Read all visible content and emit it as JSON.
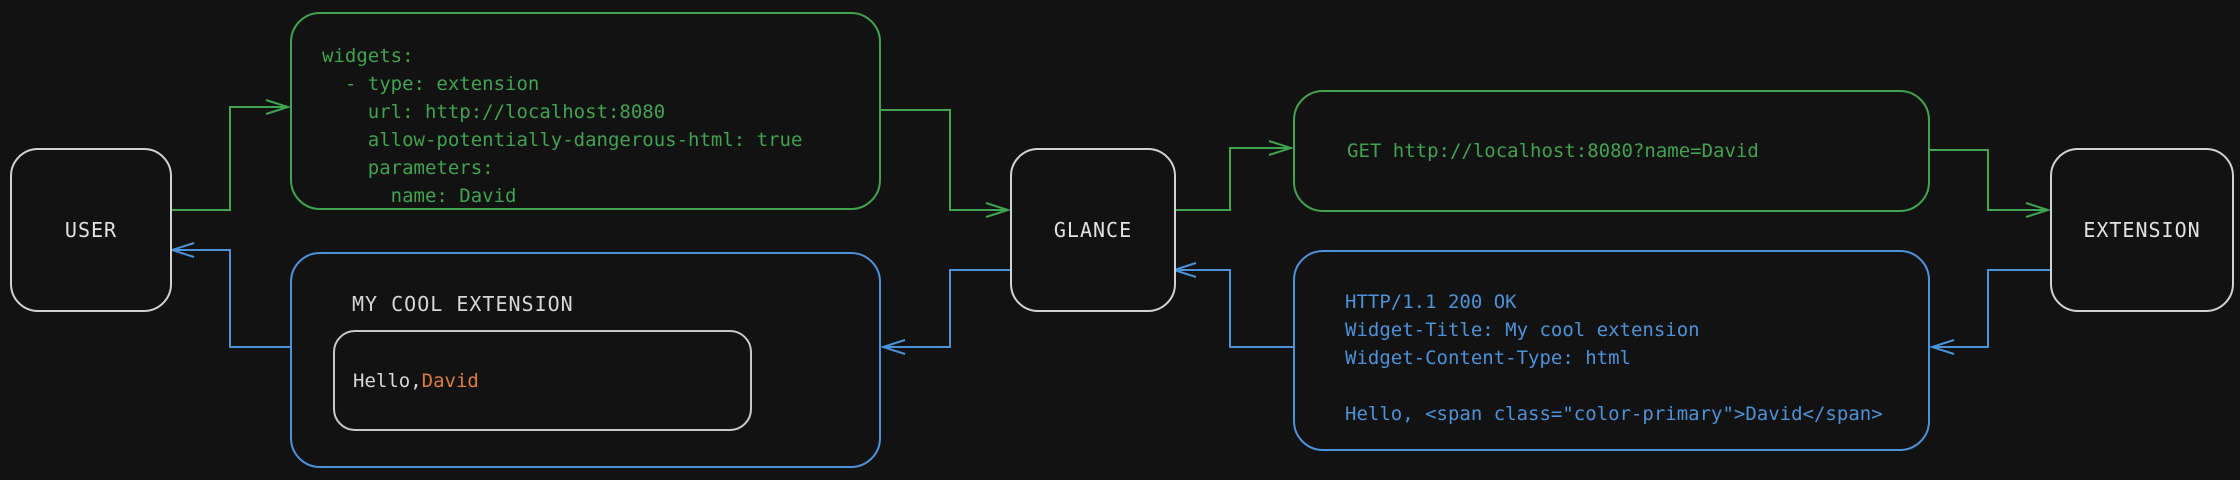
{
  "colors": {
    "background": "#121212",
    "green": "#3fa34f",
    "blue": "#4c92d9",
    "orange": "#df7a3a",
    "node_border": "#d2d2d2",
    "node_text": "#e2e2e2",
    "title_text": "#d6d6d6",
    "inner_border": "#c9c9c9",
    "hello_text": "#d8d8d8"
  },
  "nodes": {
    "user": {
      "label": "USER"
    },
    "glance": {
      "label": "GLANCE"
    },
    "extension": {
      "label": "EXTENSION"
    }
  },
  "config_box": {
    "code": "widgets:\n  - type: extension\n    url: http://localhost:8080\n    allow-potentially-dangerous-html: true\n    parameters:\n      name: David"
  },
  "request_box": {
    "text": "GET http://localhost:8080?name=David"
  },
  "response_box": {
    "code": "HTTP/1.1 200 OK\nWidget-Title: My cool extension\nWidget-Content-Type: html\n\nHello, <span class=\"color-primary\">David</span>"
  },
  "preview_box": {
    "title": "MY COOL EXTENSION",
    "greeting_prefix": "Hello, ",
    "greeting_name": "David"
  },
  "edges": [
    {
      "from": "user",
      "to": "config-box",
      "color": "green"
    },
    {
      "from": "config-box",
      "to": "glance",
      "color": "green"
    },
    {
      "from": "glance",
      "to": "request-box",
      "color": "green"
    },
    {
      "from": "request-box",
      "to": "extension",
      "color": "green"
    },
    {
      "from": "extension",
      "to": "response-box",
      "color": "blue"
    },
    {
      "from": "response-box",
      "to": "glance",
      "color": "blue"
    },
    {
      "from": "glance",
      "to": "preview-box",
      "color": "blue"
    },
    {
      "from": "preview-box",
      "to": "user",
      "color": "blue"
    }
  ]
}
